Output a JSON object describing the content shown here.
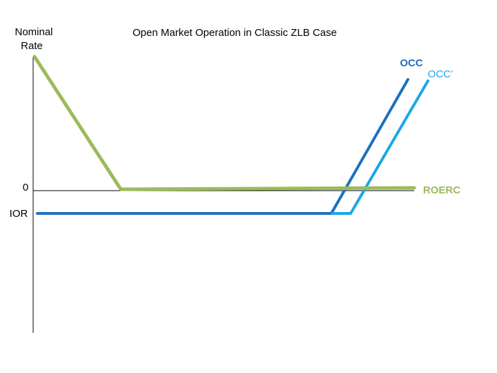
{
  "title": "Open Market Operation in Classic ZLB Case",
  "y_axis_label": [
    "Nominal",
    "Rate"
  ],
  "labels": {
    "zero": "0",
    "ior": "IOR",
    "occ": "OCC",
    "occ_prime": "OCC’",
    "roerc": "ROERC"
  },
  "colors": {
    "roerc": "#9BBB59",
    "occ": "#1F6FBF",
    "occ_prime": "#1AA7E8",
    "axis": "#000000",
    "text": "#000000"
  }
}
